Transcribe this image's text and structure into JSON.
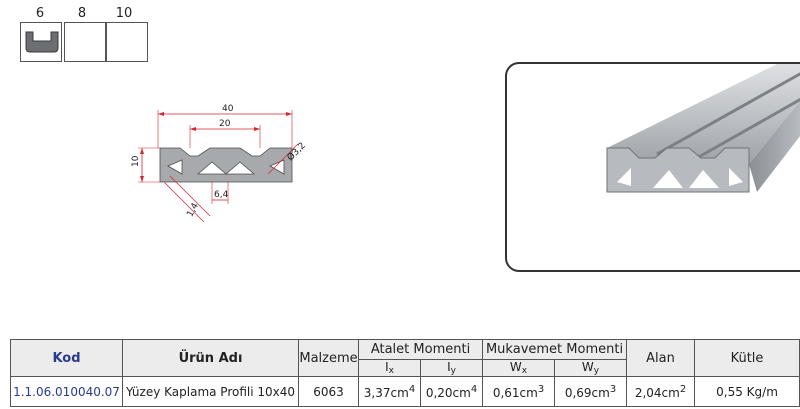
{
  "slot_sizes": {
    "options": [
      "6",
      "8",
      "10"
    ],
    "selected": "6"
  },
  "drawing": {
    "dim_width": "40",
    "dim_slot_pitch": "20",
    "dim_height": "10",
    "dim_hole": "Ø3,2",
    "dim_slot": "6,4",
    "dim_wall": "1,4"
  },
  "table": {
    "headers": {
      "kod": "Kod",
      "urun_adi": "Ürün Adı",
      "malzeme": "Malzeme",
      "atalet": "Atalet Momenti",
      "mukavemet": "Mukavemet Momenti",
      "alan": "Alan",
      "kutle": "Kütle",
      "ix": "I",
      "ix_sub": "x",
      "iy": "I",
      "iy_sub": "y",
      "wx": "W",
      "wx_sub": "x",
      "wy": "W",
      "wy_sub": "y"
    },
    "row": {
      "kod": "1.1.06.010040.07",
      "urun_adi": "Yüzey Kaplama Profili 10x40",
      "malzeme": "6063",
      "ix": "3,37cm",
      "ix_exp": "4",
      "iy": "0,20cm",
      "iy_exp": "4",
      "wx": "0,61cm",
      "wx_exp": "3",
      "wy": "0,69cm",
      "wy_exp": "3",
      "alan": "2,04cm",
      "alan_exp": "2",
      "kutle": "0,55 Kg/m"
    }
  },
  "colors": {
    "accent_blue": "#2a3b8f",
    "header_bg": "#ececec",
    "dim_red": "#d9232d",
    "profile_fill": "#a7a9ac"
  }
}
